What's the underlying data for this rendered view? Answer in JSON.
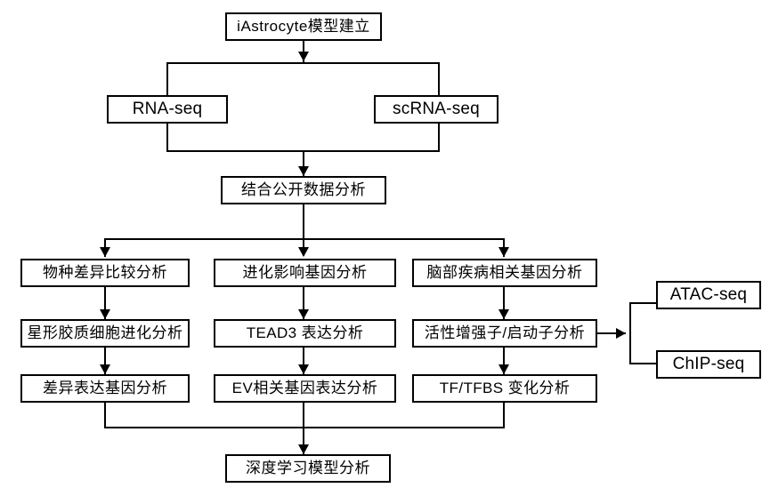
{
  "diagram": {
    "type": "flowchart",
    "orientation": "top-down",
    "background_color": "#ffffff",
    "line_color": "#000000",
    "box_border_color": "#000000",
    "box_fill_color": "#ffffff",
    "nodes": {
      "root": "iAstrocyte模型建立",
      "rna_seq": "RNA-seq",
      "scrna_seq": "scRNA-seq",
      "public_data": "结合公开数据分析",
      "col1_row1": "物种差异比较分析",
      "col1_row2": "星形胶质细胞进化分析",
      "col1_row3": "差异表达基因分析",
      "col2_row1": "进化影响基因分析",
      "col2_row2": "TEAD3 表达分析",
      "col2_row3": "EV相关基因表达分析",
      "col3_row1": "脑部疾病相关基因分析",
      "col3_row2": "活性增强子/启动子分析",
      "col3_row3": "TF/TFBS 变化分析",
      "atac_seq": "ATAC-seq",
      "chip_seq": "ChIP-seq",
      "bottom": "深度学习模型分析"
    }
  }
}
